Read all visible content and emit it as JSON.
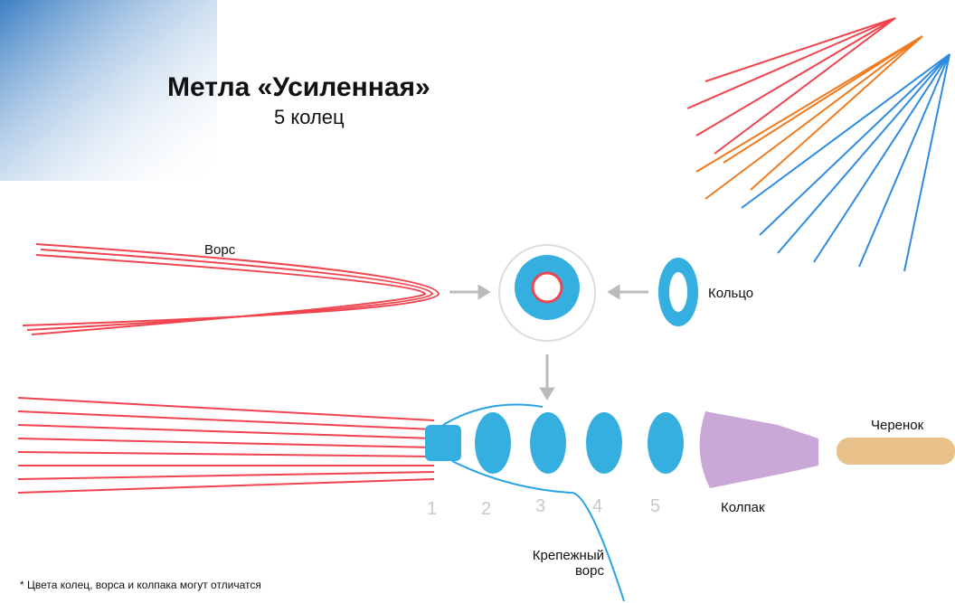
{
  "title": "Метла «Усиленная»",
  "subtitle": "5 колец",
  "labels": {
    "bristle": "Ворс",
    "ring": "Кольцо",
    "handle": "Черенок",
    "cap": "Колпак",
    "fastening_line1": "Крепежный",
    "fastening_line2": "ворс"
  },
  "ring_numbers": [
    "1",
    "2",
    "3",
    "4",
    "5"
  ],
  "note": "* Цвета колец, ворса и колпака могут отличатся",
  "colors": {
    "bristle": "#f0444e",
    "ring": "#35aee0",
    "cap": "#c9a8d8",
    "handle": "#e8c08a",
    "arrow": "#bbbbbb"
  }
}
